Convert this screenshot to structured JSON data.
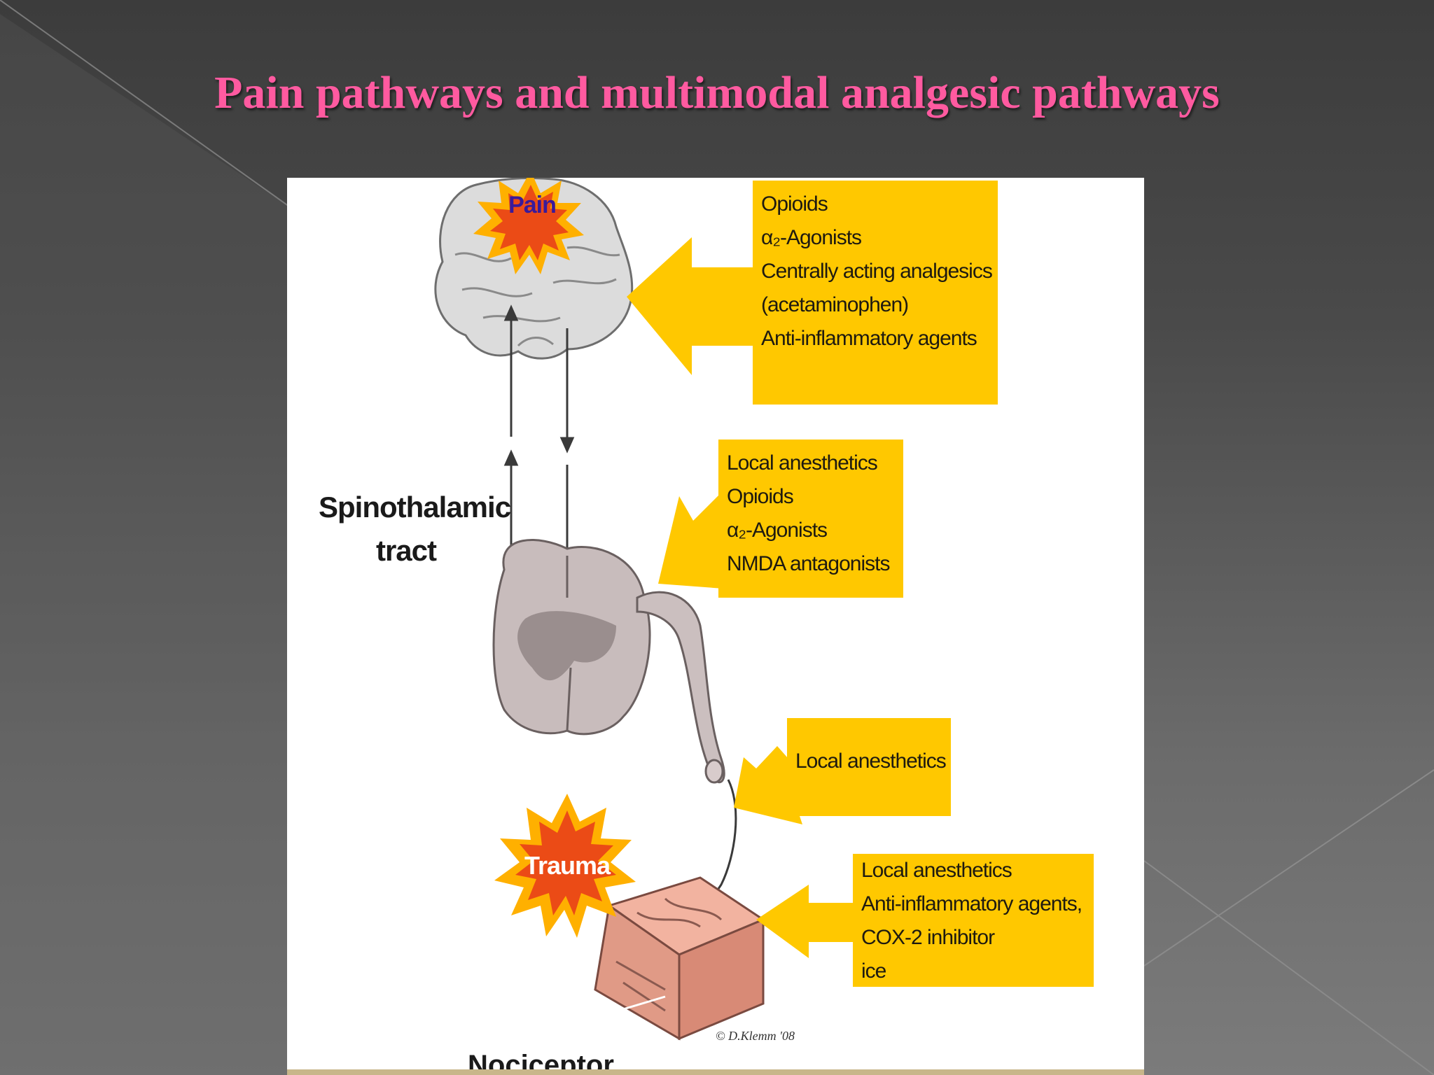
{
  "slide": {
    "title": "Pain pathways and multimodal analgesic pathways"
  },
  "colors": {
    "title": "#ff5aa0",
    "box": "#ffc800",
    "arrow": "#ffc800",
    "burst_outer": "#ffb000",
    "burst_inner": "#e83a1a"
  },
  "diagram": {
    "pain_label": "Pain",
    "trauma_label": "Trauma",
    "tract_label": [
      "Spinothalamic",
      "tract"
    ],
    "nociceptor_label": "Nociceptor",
    "credit": "© D.Klemm '08",
    "boxes": {
      "brain": [
        "Opioids",
        "α₂-Agonists",
        "Centrally acting analgesics",
        "(acetaminophen)",
        "Anti-inflammatory agents"
      ],
      "spinal": [
        "Local anesthetics",
        "Opioids",
        "α₂-Agonists",
        "NMDA antagonists"
      ],
      "nerve": [
        "Local anesthetics"
      ],
      "tissue": [
        "Local anesthetics",
        "Anti-inflammatory agents,",
        "COX-2 inhibitor",
        "ice"
      ]
    }
  }
}
